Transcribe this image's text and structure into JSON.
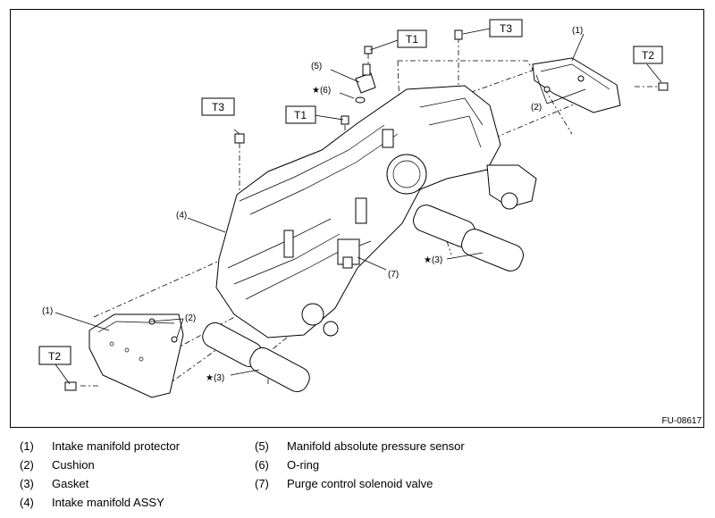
{
  "figure_code": "FU-08617",
  "callouts": {
    "t1_upper": "T1",
    "t1_lower": "T1",
    "t2_right": "T2",
    "t2_left": "T2",
    "t3_right": "T3",
    "t3_left": "T3"
  },
  "refs": {
    "r1_top": "(1)",
    "r1_left": "(1)",
    "r2_top": "(2)",
    "r2_left": "(2)",
    "r3_right": "★(3)",
    "r3_left": "★(3)",
    "r4": "(4)",
    "r5": "(5)",
    "r6": "★(6)",
    "r7": "(7)"
  },
  "legend": [
    {
      "num": "(1)",
      "label": "Intake manifold protector"
    },
    {
      "num": "(2)",
      "label": "Cushion"
    },
    {
      "num": "(3)",
      "label": "Gasket"
    },
    {
      "num": "(4)",
      "label": "Intake manifold ASSY"
    },
    {
      "num": "(5)",
      "label": "Manifold absolute pressure sensor"
    },
    {
      "num": "(6)",
      "label": "O-ring"
    },
    {
      "num": "(7)",
      "label": "Purge control solenoid valve"
    }
  ]
}
